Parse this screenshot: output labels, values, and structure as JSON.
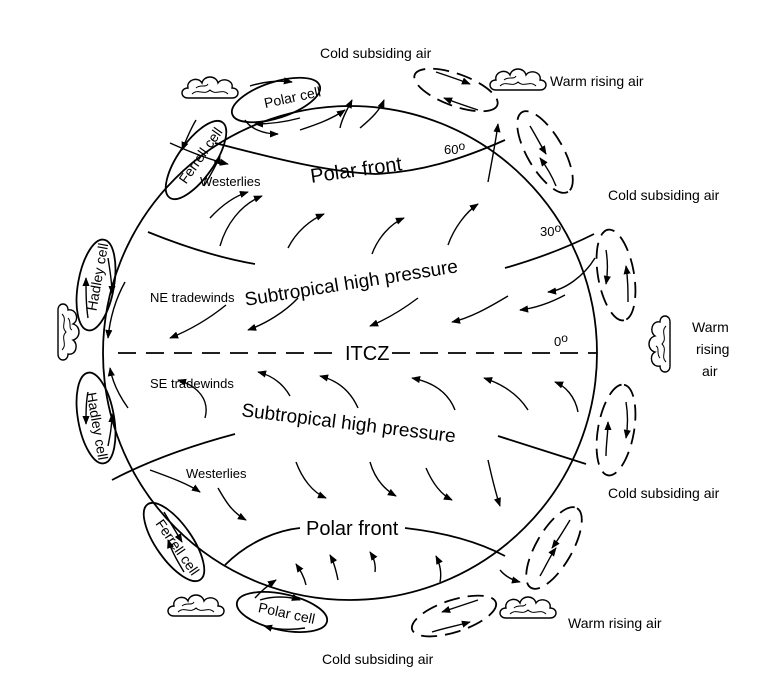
{
  "labels": {
    "cold_subsiding_air": "Cold subsiding air",
    "warm_rising_air": "Warm rising air",
    "warm": "Warm",
    "rising": "rising",
    "air": "air",
    "polar_cell": "Polar cell",
    "ferrell_cell": "Ferrell cell",
    "hadley_cell": "Hadley cell",
    "westerlies": "Westerlies",
    "polar_front": "Polar front",
    "ne_tradewinds": "NE tradewinds",
    "se_tradewinds": "SE tradewinds",
    "subtropical_high_pressure": "Subtropical high pressure",
    "itcz": "ITCZ",
    "lat_60": "60",
    "lat_30": "30",
    "lat_0": "0",
    "degree_symbol": "o"
  }
}
